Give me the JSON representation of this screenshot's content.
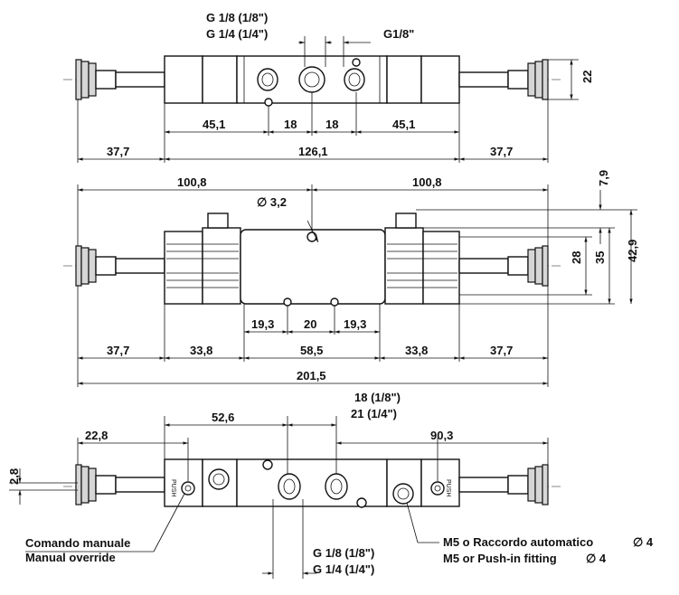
{
  "top_view": {
    "port_label_1": "G 1/8 (1/8\")",
    "port_label_2": "G 1/4 (1/4\")",
    "port_label_3": "G1/8\"",
    "dim_height": "22",
    "dim_45_left": "45,1",
    "dim_18_left": "18",
    "dim_18_right": "18",
    "dim_45_right": "45,1",
    "dim_37_left": "37,7",
    "dim_total": "126,1",
    "dim_37_right": "37,7"
  },
  "front_view": {
    "dim_100_left": "100,8",
    "dim_100_right": "100,8",
    "dim_7_9": "7,9",
    "hole_label": "∅ 3,2",
    "dim_28": "28",
    "dim_35": "35",
    "dim_42_9": "42,9",
    "dim_19_left": "19,3",
    "dim_20": "20",
    "dim_19_right": "19,3",
    "dim_37_left": "37,7",
    "dim_33_left": "33,8",
    "dim_58_5": "58,5",
    "dim_33_right": "33,8",
    "dim_37_right": "37,7",
    "dim_overall": "201,5"
  },
  "bottom_view": {
    "dim_18_label": "18 (1/8\")",
    "dim_21_label": "21 (1/4\")",
    "dim_52_6": "52,6",
    "dim_22_8": "22,8",
    "dim_90_3": "90,3",
    "dim_2_8": "2,8",
    "port_label_1": "G 1/8 (1/8\")",
    "port_label_2": "G 1/4 (1/4\")",
    "callout_it": "Comando manuale",
    "callout_en": "Manual override",
    "fitting_it": "M5 o Raccordo automatico",
    "fitting_it_dia": "∅ 4",
    "fitting_en": "M5 or Push-in fitting",
    "fitting_en_dia": "∅ 4",
    "push_label": "PUSH"
  }
}
